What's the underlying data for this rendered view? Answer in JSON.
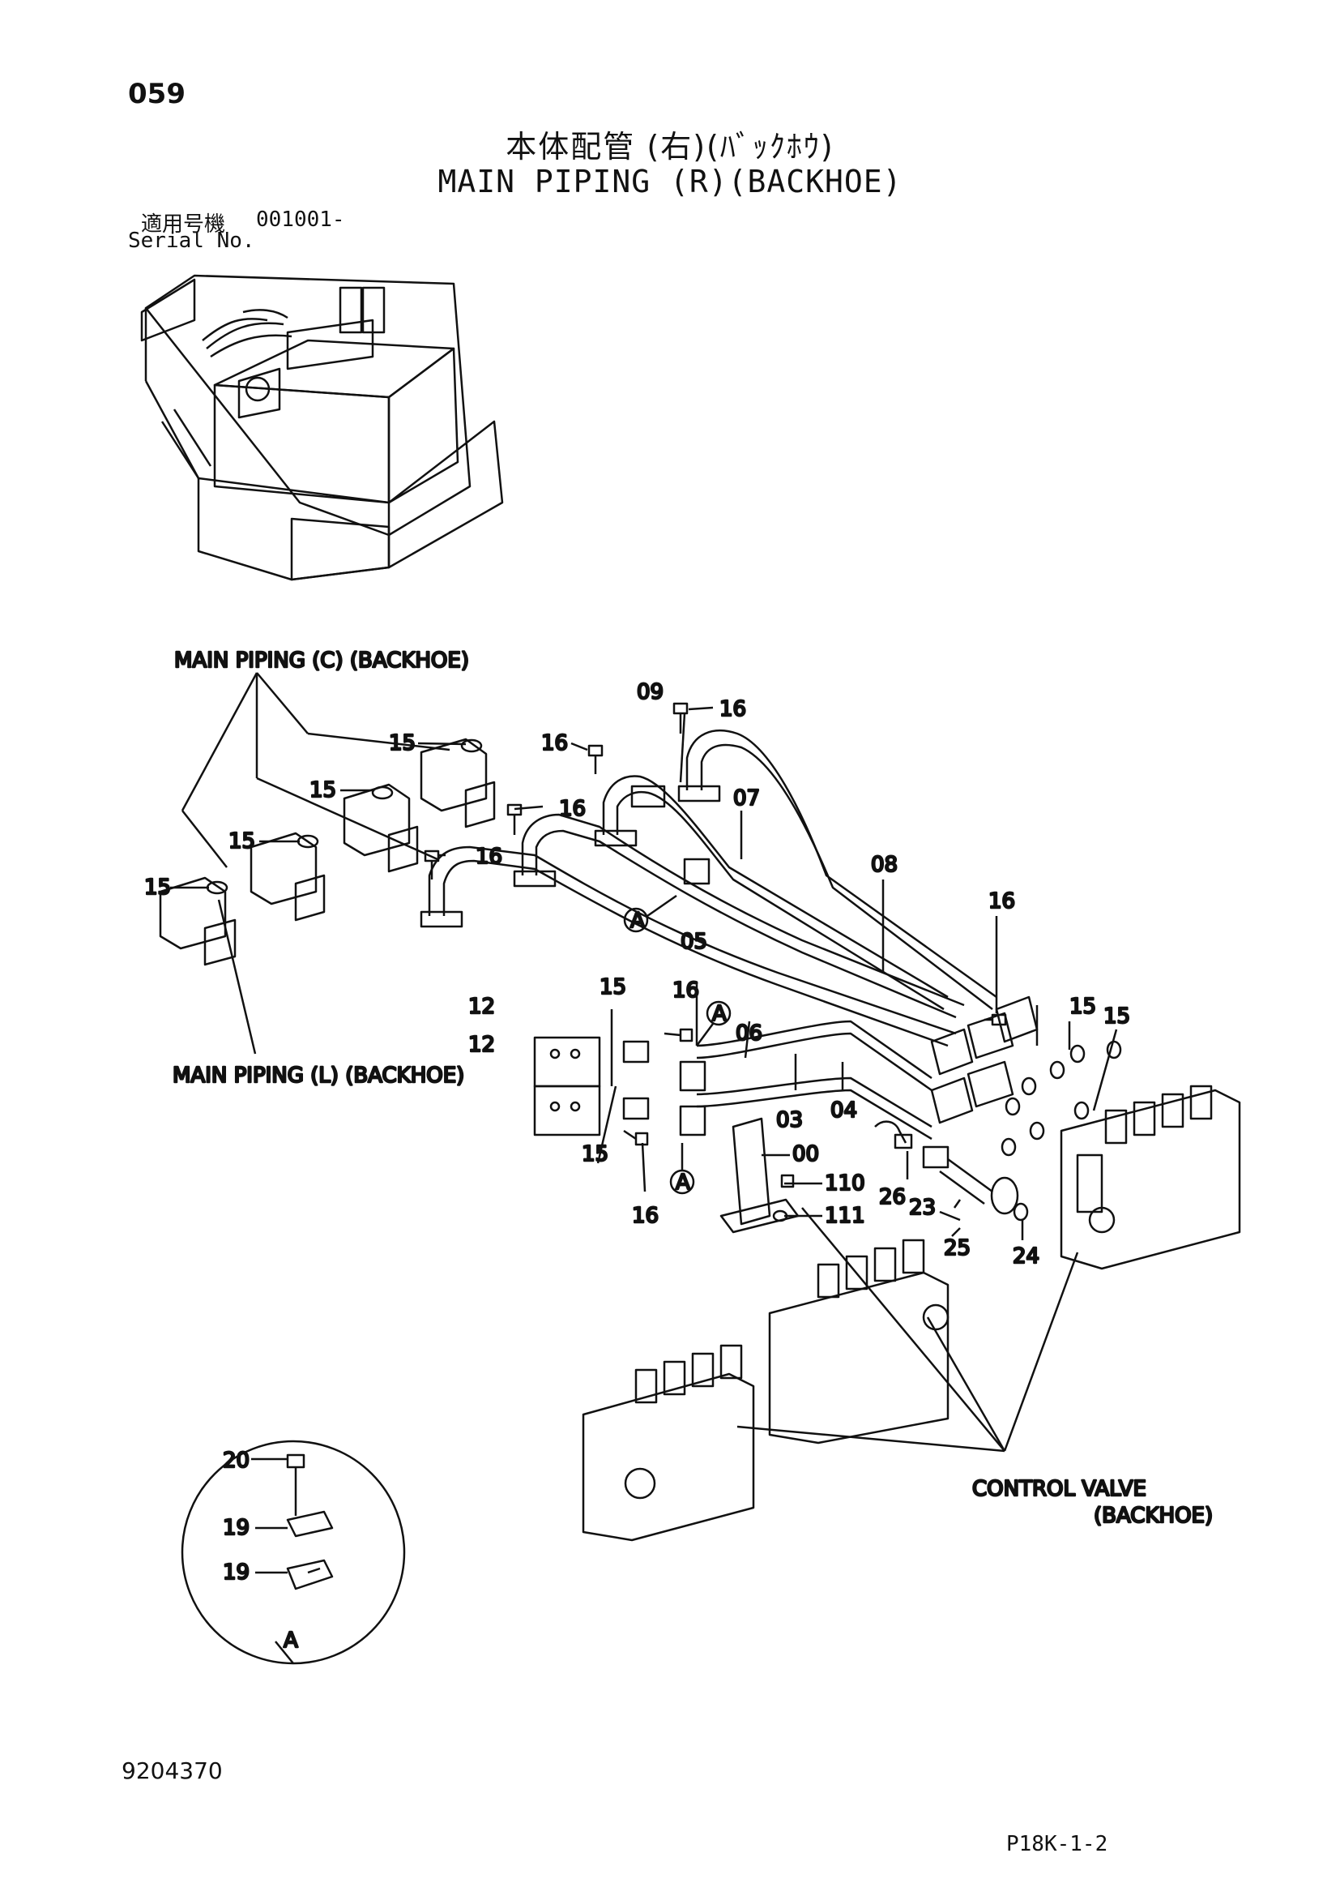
{
  "header": {
    "page_number": "059",
    "title_jp": "本体配管 (右)(ﾊﾞｯｸﾎｳ)",
    "title_en": "MAIN PIPING (R)(BACKHOE)",
    "serial_label_jp": "適用号機",
    "serial_value": "001001-",
    "serial_label_en": "Serial No."
  },
  "callouts": {
    "main_piping_c": "MAIN PIPING (C) (BACKHOE)",
    "main_piping_l": "MAIN PIPING (L) (BACKHOE)",
    "control_valve_line1": "CONTROL VALVE",
    "control_valve_line2": "(BACKHOE)",
    "detail_label": "A"
  },
  "part_numbers": {
    "p00": "00",
    "p03": "03",
    "p04": "04",
    "p05": "05",
    "p06": "06",
    "p07": "07",
    "p08": "08",
    "p09": "09",
    "p12": "12",
    "p15": "15",
    "p16": "16",
    "p19": "19",
    "p20": "20",
    "p23": "23",
    "p24": "24",
    "p25": "25",
    "p26": "26",
    "p110": "110",
    "p111": "111"
  },
  "footer": {
    "doc_number": "9204370",
    "page_code": "P18K-1-2"
  }
}
